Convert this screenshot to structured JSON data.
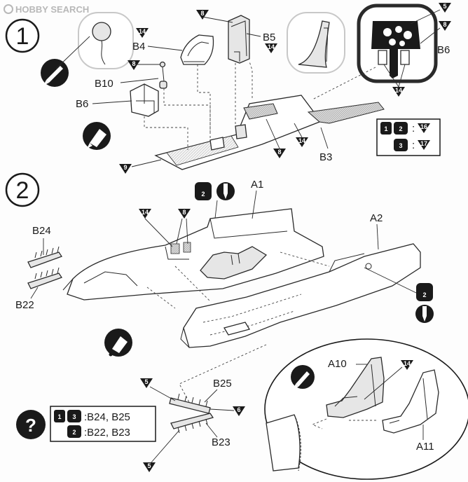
{
  "watermark": "HOBBY SEARCH",
  "steps": [
    {
      "number": "1"
    },
    {
      "number": "2"
    }
  ],
  "part_labels": {
    "b4": "B4",
    "b5": "B5",
    "b6_top": "B6",
    "b6_left": "B6",
    "b10": "B10",
    "b3": "B3",
    "a1": "A1",
    "a2": "A2",
    "b24": "B24",
    "b22": "B22",
    "b25": "B25",
    "b23": "B23",
    "a10": "A10",
    "a11": "A11"
  },
  "color_callouts": {
    "c14a": "14",
    "c8a": "8",
    "c14b": "14",
    "c8b": "8",
    "c5a": "5",
    "c8c": "8",
    "c14c": "14",
    "c14d": "14",
    "c8d": "8",
    "c9": "9",
    "c14e": "14",
    "c8e": "8",
    "c14f": "14",
    "c5b": "5",
    "c6": "6",
    "c5c": "5"
  },
  "color_chip_labels": {
    "c16": "16",
    "c17": "17"
  },
  "option_badges": {
    "one": "1",
    "two": "2",
    "three": "3"
  },
  "variant_box_step1": {
    "row1_sep": ":",
    "row2_sep": ":"
  },
  "variant_box_step2": {
    "row1": ":B24, B25",
    "row2": ":B22, B23"
  },
  "icons": [
    "knife-icon",
    "glue-icon",
    "question-icon",
    "paint-brush-icon"
  ]
}
